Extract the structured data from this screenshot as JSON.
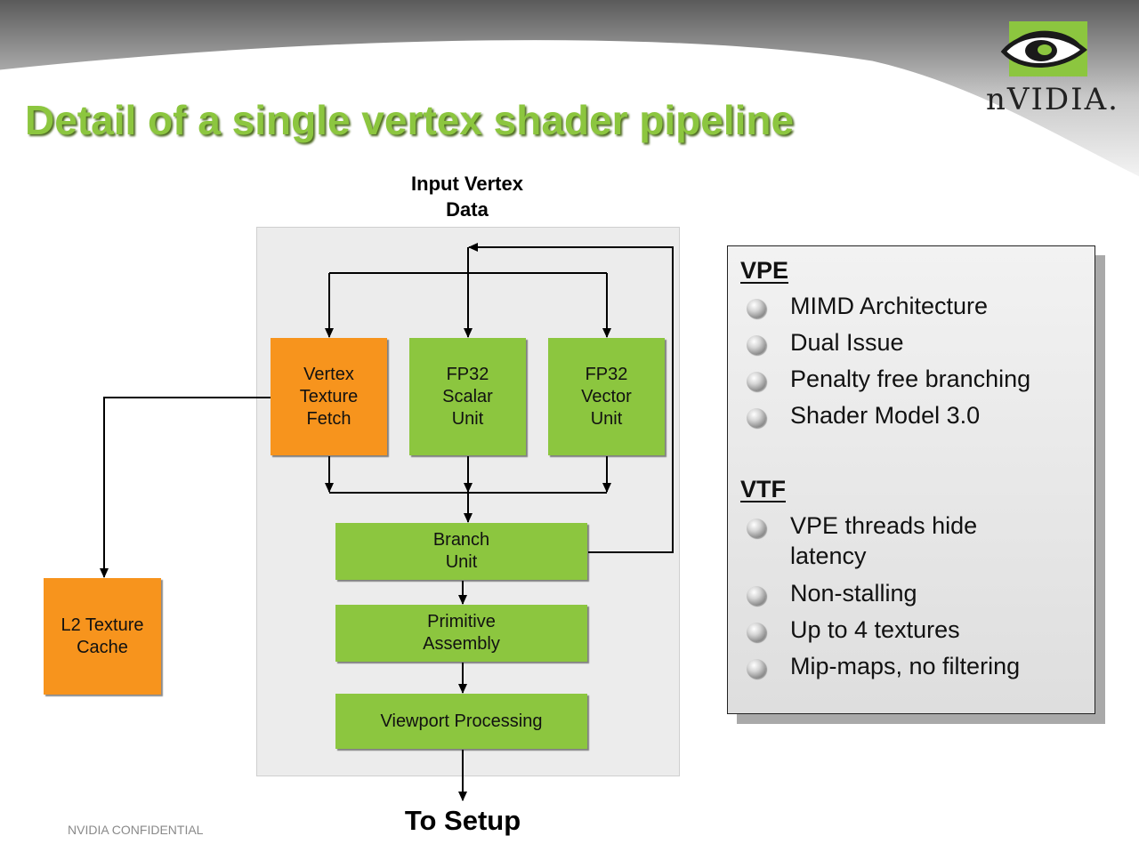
{
  "title": "Detail of a single vertex shader pipeline",
  "logo": {
    "brand": "nVIDIA.",
    "icon": "nvidia-eye-icon",
    "accent": "#8cc63f"
  },
  "colors": {
    "green_block": "#8cc63f",
    "orange_block": "#f7941d",
    "title": "#8cc63f"
  },
  "diagram": {
    "input_label": "Input Vertex\nData",
    "output_label": "To Setup",
    "blocks": {
      "vertex_texture_fetch": "Vertex\nTexture\nFetch",
      "fp32_scalar": "FP32\nScalar\nUnit",
      "fp32_vector": "FP32\nVector\nUnit",
      "branch_unit": "Branch\nUnit",
      "primitive_assembly": "Primitive\nAssembly",
      "viewport_processing": "Viewport Processing",
      "l2_texture_cache": "L2 Texture\nCache"
    }
  },
  "info": {
    "vpe": {
      "heading": "VPE",
      "items": [
        "MIMD Architecture",
        "Dual Issue",
        "Penalty free branching",
        "Shader Model 3.0"
      ]
    },
    "vtf": {
      "heading": "VTF",
      "items": [
        "VPE threads hide\nlatency",
        "Non-stalling",
        "Up to 4 textures",
        "Mip-maps, no filtering"
      ]
    }
  },
  "footer": "NVIDIA CONFIDENTIAL"
}
